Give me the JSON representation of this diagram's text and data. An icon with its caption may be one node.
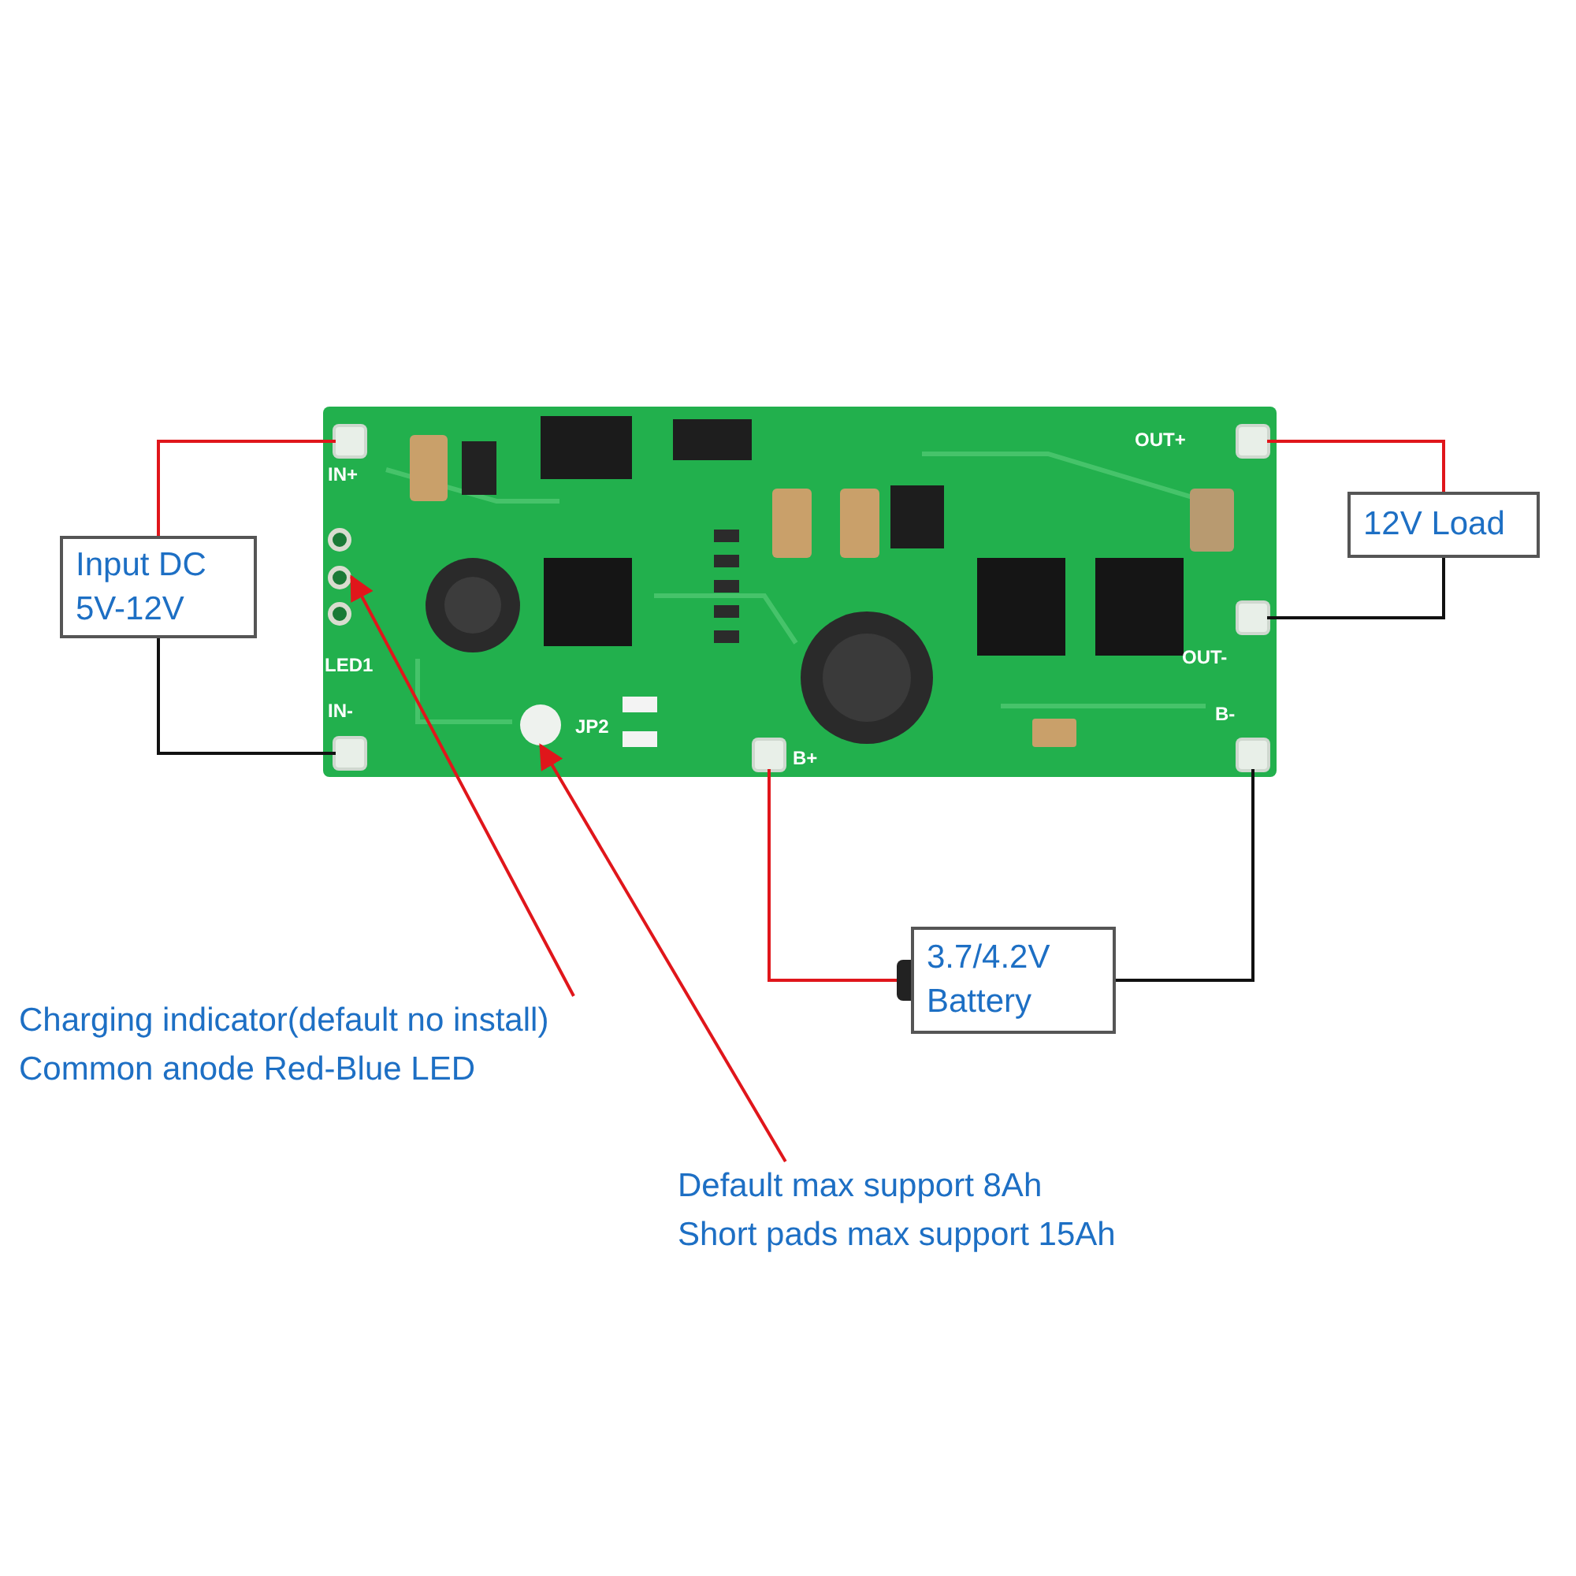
{
  "diagram": {
    "nodes": [
      {
        "text": [
          "Input DC 5V-12V"
        ]
      },
      {
        "text": [
          "12V Load"
        ]
      },
      {
        "text": [
          "3.7/4.2V Battery"
        ]
      },
      {
        "text": [
          "Charging indicator(default no install)",
          "Common anode Red-Blue LED"
        ]
      },
      {
        "text": [
          "Default max support 8Ah",
          "Short pads max support 15Ah"
        ]
      },
      {
        "text": [],
        "shape": "picture"
      },
      {
        "text": [],
        "shape": "box",
        "in": 5
      },
      {
        "text": [],
        "shape": "circle",
        "in": 5
      },
      {
        "text": [],
        "shape": "box",
        "in": 5
      },
      {
        "text": [],
        "shape": "circle",
        "in": 5
      },
      {
        "text": [],
        "shape": "box",
        "in": 5
      },
      {
        "text": [],
        "shape": "box",
        "in": 5
      },
      {
        "text": [],
        "shape": "box",
        "in": 5
      },
      {
        "text": [],
        "shape": "box",
        "in": 5
      }
    ],
    "edges": [
      {
        "from": 0,
        "to": 6,
        "arrow": "none"
      },
      {
        "from": 0,
        "to": 8,
        "arrow": "none",
        "color": "#111111"
      },
      {
        "from": 1,
        "to": 11,
        "arrow": "none"
      },
      {
        "from": 1,
        "to": 12,
        "arrow": "none",
        "color": "#111111"
      },
      {
        "from": 2,
        "to": 10,
        "arrow": "none"
      },
      {
        "from": 2,
        "to": 13,
        "arrow": "none",
        "color": "#111111"
      },
      {
        "from": 3,
        "to": 7,
        "arrow": "to"
      },
      {
        "from": 4,
        "to": 9,
        "arrow": "to"
      }
    ],
    "labels": [
      "IN+",
      "LED1",
      "IN-",
      "JP2",
      "B+",
      "OUT+",
      "OUT-",
      "B-"
    ]
  }
}
